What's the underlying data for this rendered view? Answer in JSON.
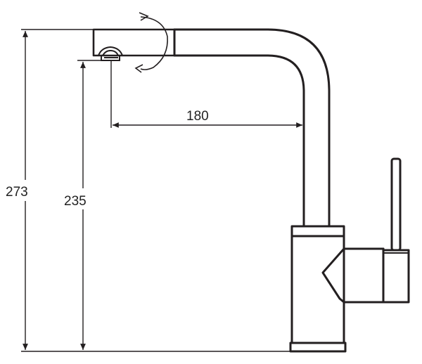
{
  "diagram": {
    "dimensions": {
      "overall_height": "273",
      "spout_height": "235",
      "spout_reach": "180"
    },
    "colors": {
      "stroke": "#231f20",
      "dimension_line": "#231f20",
      "text": "#222222",
      "background": "#ffffff"
    }
  }
}
